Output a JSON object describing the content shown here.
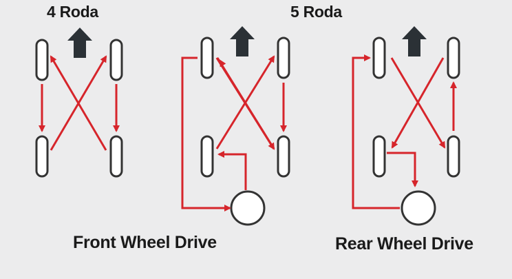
{
  "headings": {
    "four_wheel": "4 Roda",
    "five_wheel": "5 Roda"
  },
  "captions": {
    "front_wheel_drive": "Front Wheel Drive",
    "rear_wheel_drive": "Rear Wheel Drive"
  },
  "colors": {
    "background": "#ececed",
    "arrow": "#d6252b",
    "tire_stroke": "#333333",
    "direction_arrow": "#2b3136",
    "text": "#1a1a1a"
  },
  "icons": [
    "forward-direction-arrow-icon",
    "tire-icon",
    "spare-tire-icon"
  ]
}
